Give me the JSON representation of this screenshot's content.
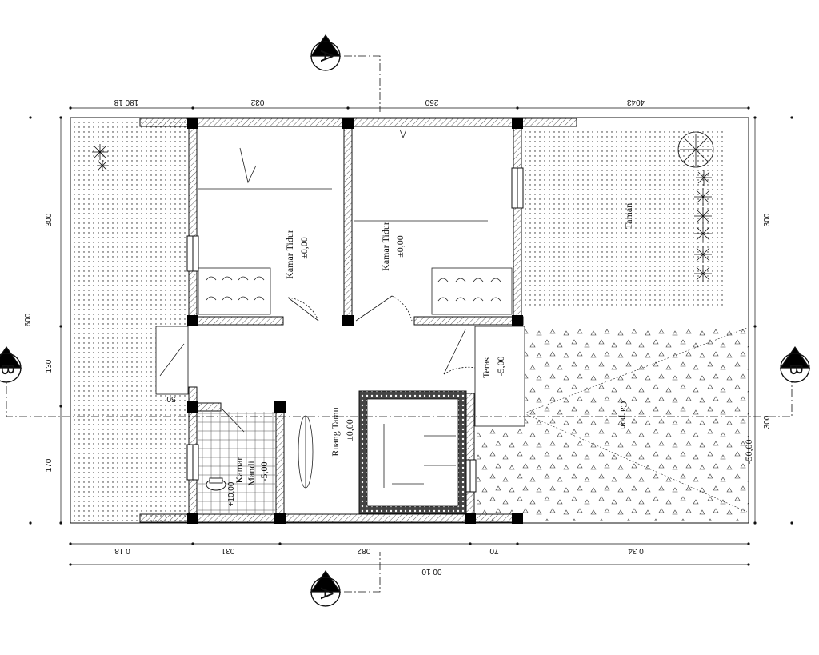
{
  "rooms": {
    "bedroom_left": {
      "name": "Kamar Tidur",
      "level": "±0,00"
    },
    "bedroom_right": {
      "name": "Kamar Tidur",
      "level": "±0,00"
    },
    "living": {
      "name": "Ruang Tamu",
      "level": "±0,00"
    },
    "bathroom": {
      "name": "Kamar",
      "name2": "Mandi",
      "level": "-5,00",
      "floor_mark": "+10,00"
    },
    "terrace": {
      "name": "Teras",
      "level": "-5,00"
    },
    "carport": {
      "name": "Carport",
      "level": "-50,00"
    },
    "garden": {
      "name": "Taman"
    }
  },
  "dimensions": {
    "top": [
      "180 18",
      "032",
      "250",
      "4043"
    ],
    "bottom": [
      "0 18",
      "031",
      "082",
      "70",
      "0 34"
    ],
    "bottom_total": "00 10",
    "left": [
      "300",
      "600",
      "130",
      "170"
    ],
    "right": [
      "300",
      "300"
    ],
    "step_width": "50"
  },
  "sections": {
    "a": "A",
    "b": "B"
  }
}
